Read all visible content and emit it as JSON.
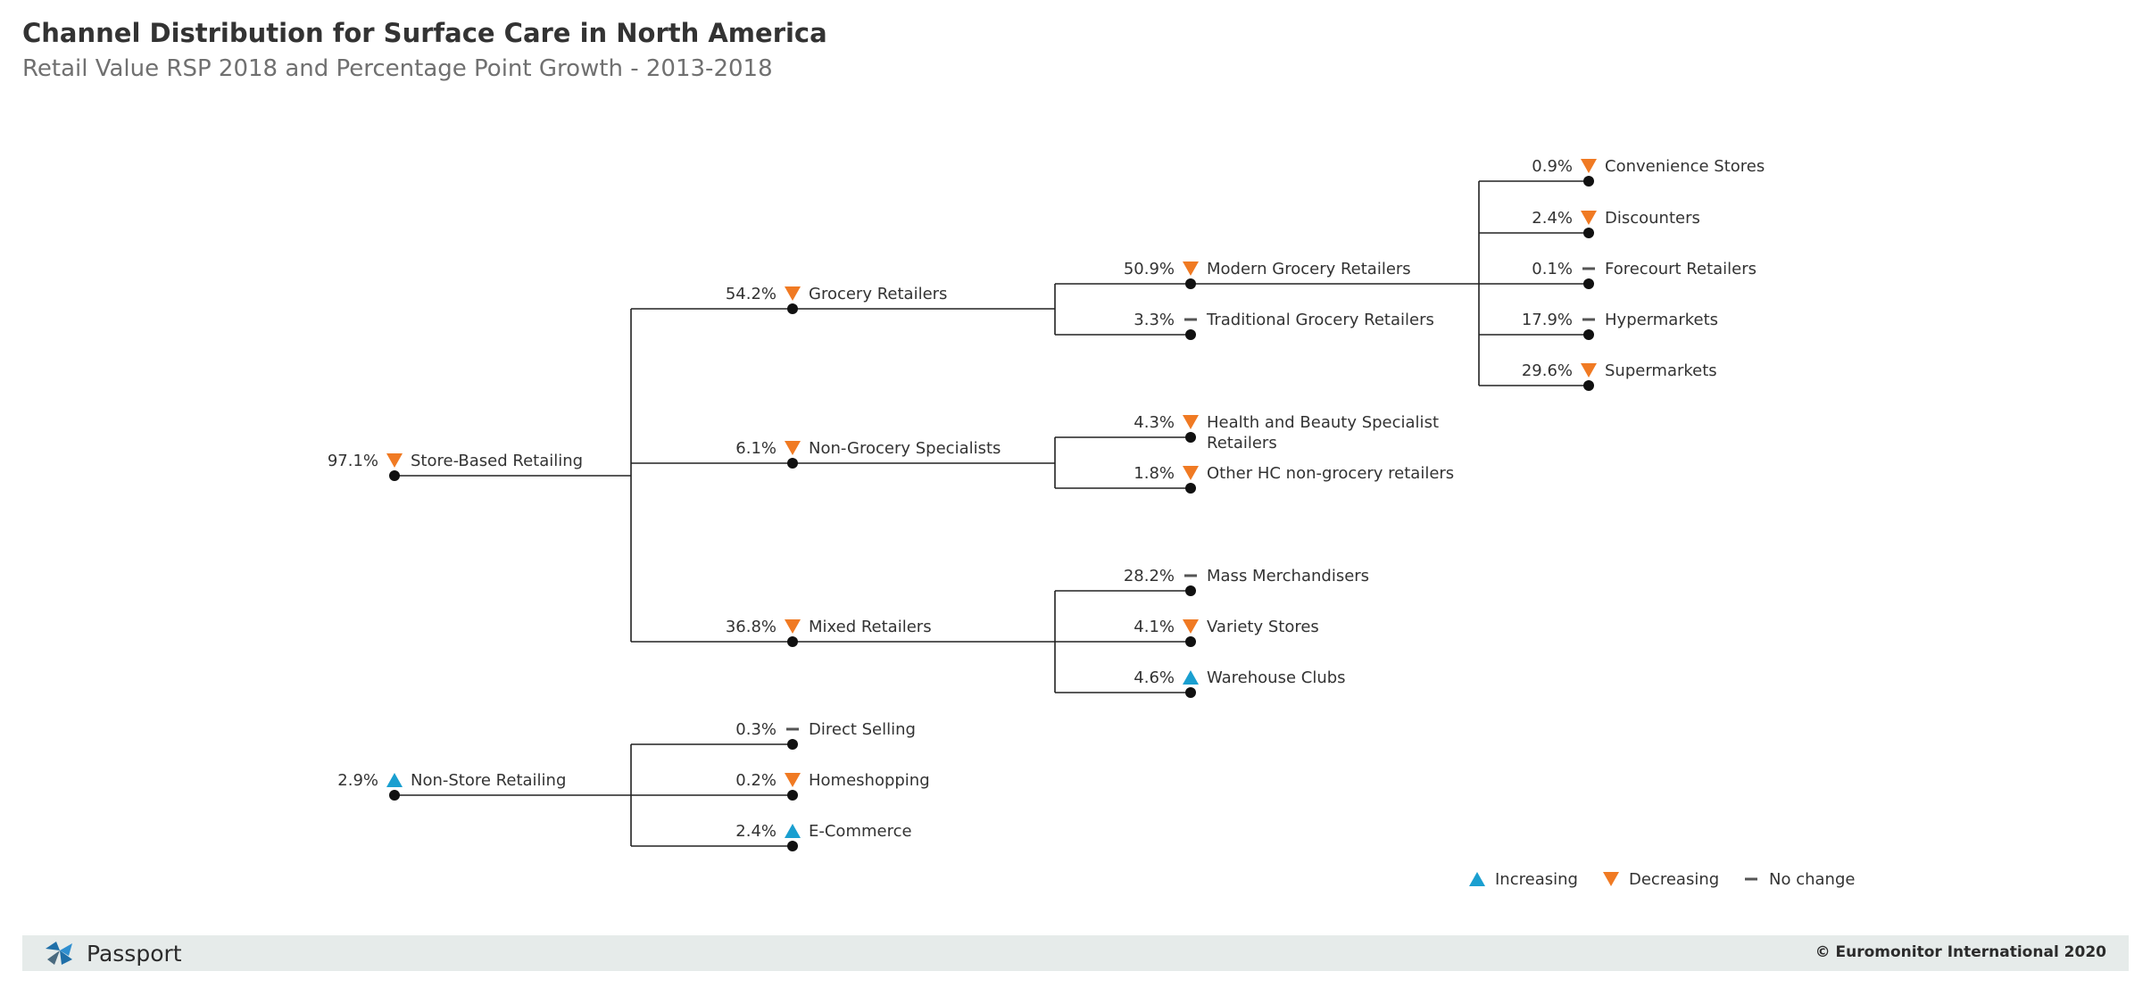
{
  "header": {
    "title": "Channel Distribution for Surface Care in North America",
    "subtitle": "Retail Value RSP 2018 and Percentage Point Growth - 2013-2018"
  },
  "colors": {
    "increasing": "#1a9fd0",
    "decreasing": "#f07a23",
    "no_change": "#555555",
    "line": "#222222"
  },
  "tree": [
    {
      "value": "97.1%",
      "trend": "decreasing",
      "label": "Store-Based Retailing",
      "children": [
        {
          "value": "54.2%",
          "trend": "decreasing",
          "label": "Grocery Retailers",
          "children": [
            {
              "value": "50.9%",
              "trend": "decreasing",
              "label": "Modern Grocery Retailers",
              "children": [
                {
                  "value": "0.9%",
                  "trend": "decreasing",
                  "label": "Convenience Stores"
                },
                {
                  "value": "2.4%",
                  "trend": "decreasing",
                  "label": "Discounters"
                },
                {
                  "value": "0.1%",
                  "trend": "no_change",
                  "label": "Forecourt Retailers"
                },
                {
                  "value": "17.9%",
                  "trend": "no_change",
                  "label": "Hypermarkets"
                },
                {
                  "value": "29.6%",
                  "trend": "decreasing",
                  "label": "Supermarkets"
                }
              ]
            },
            {
              "value": "3.3%",
              "trend": "no_change",
              "label": "Traditional Grocery Retailers"
            }
          ]
        },
        {
          "value": "6.1%",
          "trend": "decreasing",
          "label": "Non-Grocery Specialists",
          "children": [
            {
              "value": "4.3%",
              "trend": "decreasing",
              "label": "Health and Beauty Specialist Retailers"
            },
            {
              "value": "1.8%",
              "trend": "decreasing",
              "label": "Other HC non-grocery retailers"
            }
          ]
        },
        {
          "value": "36.8%",
          "trend": "decreasing",
          "label": "Mixed Retailers",
          "children": [
            {
              "value": "28.2%",
              "trend": "no_change",
              "label": "Mass Merchandisers"
            },
            {
              "value": "4.1%",
              "trend": "decreasing",
              "label": "Variety Stores"
            },
            {
              "value": "4.6%",
              "trend": "increasing",
              "label": "Warehouse Clubs"
            }
          ]
        }
      ]
    },
    {
      "value": "2.9%",
      "trend": "increasing",
      "label": "Non-Store Retailing",
      "children": [
        {
          "value": "0.3%",
          "trend": "no_change",
          "label": "Direct Selling"
        },
        {
          "value": "0.2%",
          "trend": "decreasing",
          "label": "Homeshopping"
        },
        {
          "value": "2.4%",
          "trend": "increasing",
          "label": "E-Commerce"
        }
      ]
    }
  ],
  "legend": [
    {
      "trend": "increasing",
      "label": "Increasing"
    },
    {
      "trend": "decreasing",
      "label": "Decreasing"
    },
    {
      "trend": "no_change",
      "label": "No change"
    }
  ],
  "footer": {
    "brand": "Passport",
    "brand_icon": "passport-logo-icon",
    "copyright": "© Euromonitor International 2020"
  }
}
